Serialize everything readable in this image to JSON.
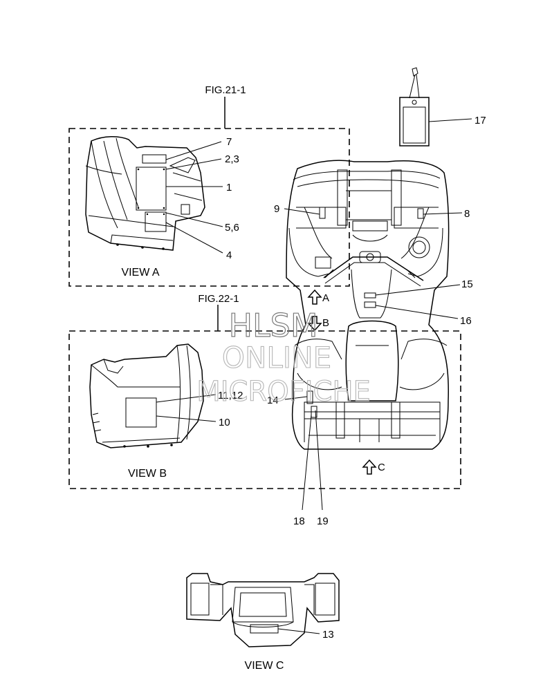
{
  "figure_refs": {
    "fig21": "FIG.21-1",
    "fig22": "FIG.22-1"
  },
  "views": {
    "a": "VIEW A",
    "b": "VIEW B",
    "c": "VIEW C"
  },
  "arrow_labels": {
    "a": "A",
    "b": "B",
    "c": "C"
  },
  "callouts": {
    "c1": "1",
    "c2_3": "2,3",
    "c4": "4",
    "c5_6": "5,6",
    "c7": "7",
    "c8": "8",
    "c9": "9",
    "c10": "10",
    "c11_12": "11,12",
    "c13": "13",
    "c14": "14",
    "c15": "15",
    "c16": "16",
    "c17": "17",
    "c18": "18",
    "c19": "19"
  },
  "watermark": {
    "line1": "HLSM",
    "line2": "ONLINE",
    "line3": "MICROFICHE"
  }
}
